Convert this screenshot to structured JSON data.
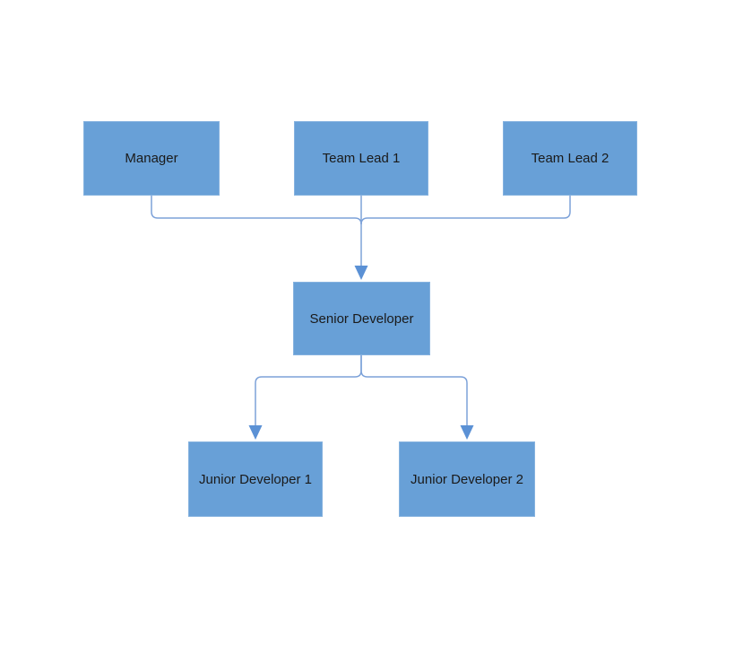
{
  "diagram": {
    "type": "org-chart",
    "nodes": [
      {
        "id": "manager",
        "label": "Manager"
      },
      {
        "id": "team-lead-1",
        "label": "Team Lead 1"
      },
      {
        "id": "team-lead-2",
        "label": "Team Lead 2"
      },
      {
        "id": "senior-developer",
        "label": "Senior Developer"
      },
      {
        "id": "junior-developer-1",
        "label": "Junior Developer 1"
      },
      {
        "id": "junior-developer-2",
        "label": "Junior Developer 2"
      }
    ],
    "edges": [
      {
        "from": "Manager",
        "to": "Senior Developer",
        "arrow": "to"
      },
      {
        "from": "Team Lead 1",
        "to": "Senior Developer",
        "arrow": "to"
      },
      {
        "from": "Team Lead 2",
        "to": "Senior Developer",
        "arrow": "to"
      },
      {
        "from": "Senior Developer",
        "to": "Junior Developer 1",
        "arrow": "to"
      },
      {
        "from": "Senior Developer",
        "to": "Junior Developer 2",
        "arrow": "to"
      }
    ],
    "colors": {
      "background": "#ffffff",
      "node_fill": "#68a0d7",
      "node_border": "#85b2df",
      "connector": "#7da2d9",
      "arrow": "#5b91d5",
      "text": "#1a1a1a"
    }
  }
}
